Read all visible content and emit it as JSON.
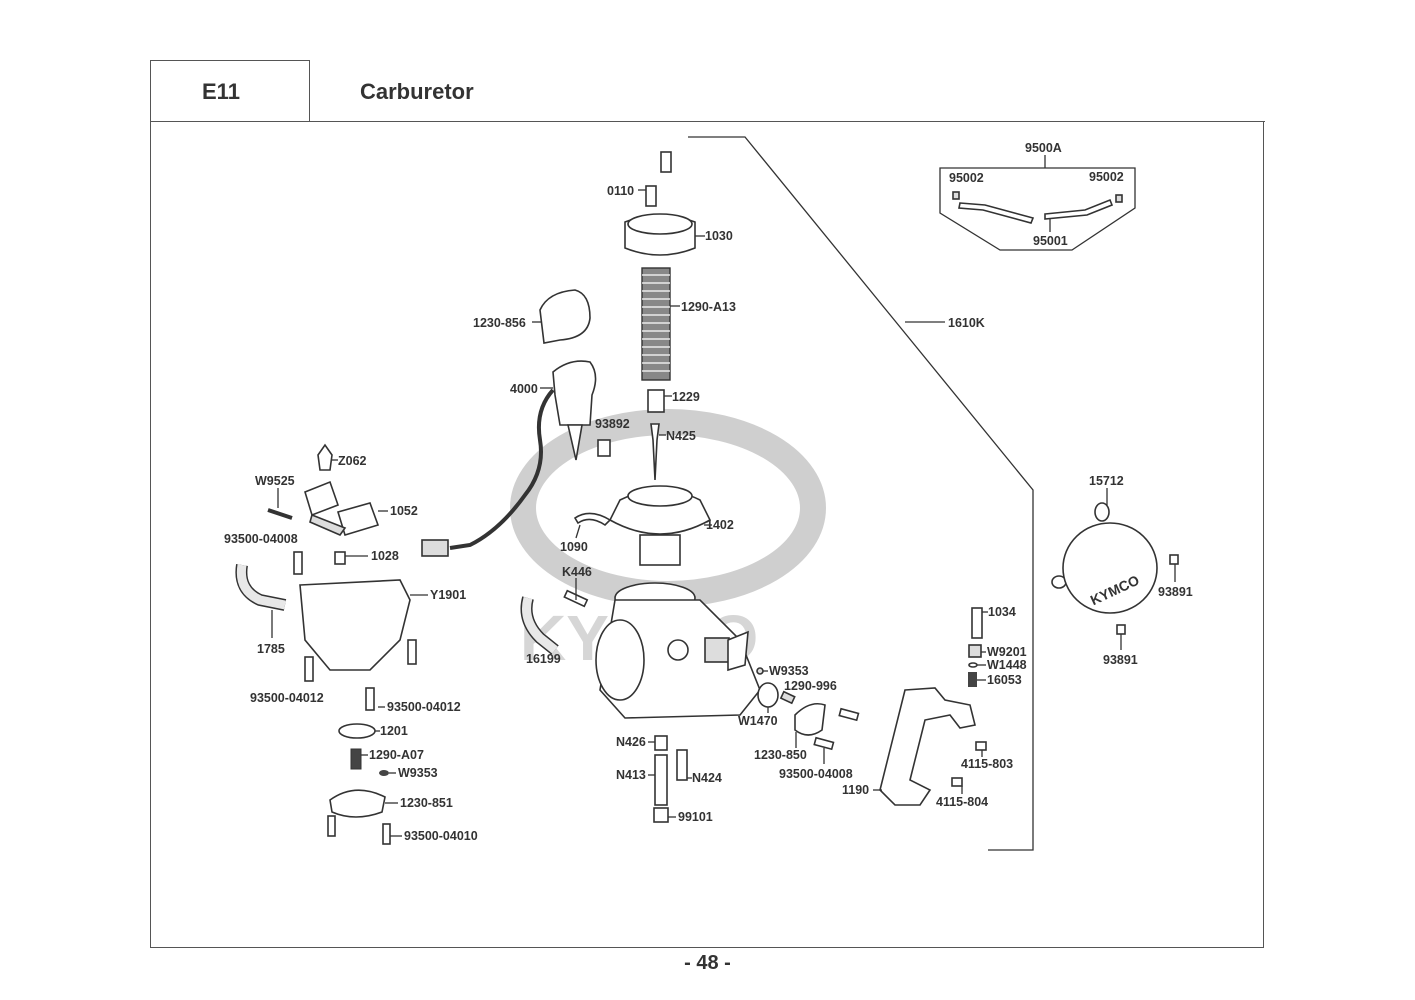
{
  "header": {
    "section_code": "E11",
    "title": "Carburetor"
  },
  "footer": {
    "page_number": "- 48 -"
  },
  "watermark": {
    "brand": "KYMCO",
    "color": "#cfcfcf"
  },
  "parts": {
    "p0110": "0110",
    "p1030": "1030",
    "p1290A13": "1290-A13",
    "p1230_856": "1230-856",
    "p4000": "4000",
    "p1229": "1229",
    "p93892": "93892",
    "pN425": "N425",
    "p1610K": "1610K",
    "p9500A": "9500A",
    "p95002_left": "95002",
    "p95002_right": "95002",
    "p95001": "95001",
    "pZ062": "Z062",
    "pW9525": "W9525",
    "p1052": "1052",
    "p93500_04008_left": "93500-04008",
    "p1028": "1028",
    "pY1901": "Y1901",
    "p1785": "1785",
    "p93500_04012_left": "93500-04012",
    "p93500_04012_right": "93500-04012",
    "p1201": "1201",
    "p1290A07": "1290-A07",
    "pW9353_left": "W9353",
    "p1230_851": "1230-851",
    "p93500_04010": "93500-04010",
    "p1090": "1090",
    "p1402": "1402",
    "pK446": "K446",
    "p16199": "16199",
    "pW9353_right": "W9353",
    "p1290_996": "1290-996",
    "pW1470": "W1470",
    "p1230_850": "1230-850",
    "p93500_04008_right": "93500-04008",
    "pN426": "N426",
    "pN413": "N413",
    "pN424": "N424",
    "p99101": "99101",
    "p1034": "1034",
    "pW9201": "W9201",
    "pW1448": "W1448",
    "p16053": "16053",
    "p1190": "1190",
    "p4115_803": "4115-803",
    "p4115_804": "4115-804",
    "p15712": "15712",
    "p93891_upper": "93891",
    "p93891_lower": "93891",
    "air_cover_brand": "KYMCO"
  }
}
